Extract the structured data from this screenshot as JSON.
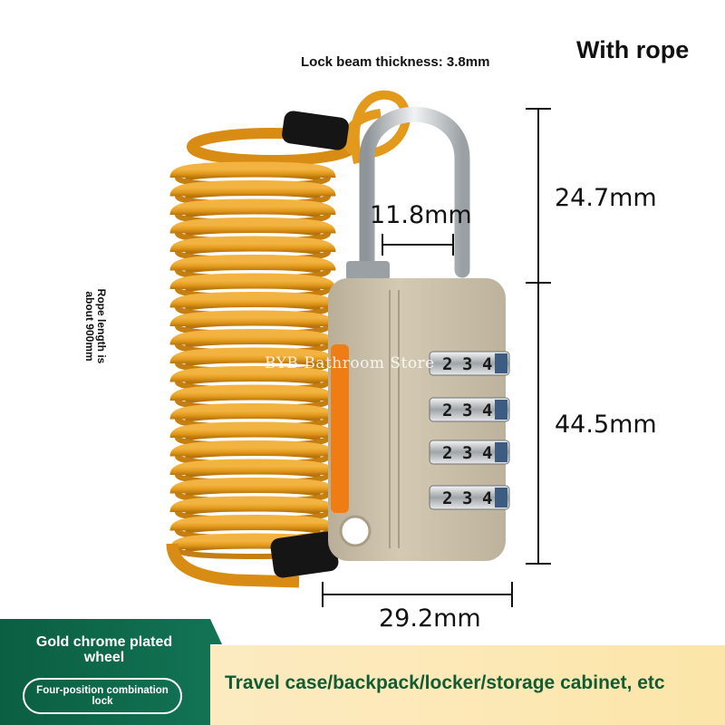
{
  "header": {
    "title": "With rope",
    "beam_note": "Lock beam thickness: 3.8mm"
  },
  "dimensions": {
    "shackle_width": "11.8mm",
    "shackle_height": "24.7mm",
    "body_height": "44.5mm",
    "body_width": "29.2mm"
  },
  "rope_note": "Rope length is about 900mm",
  "watermark": "BYB Bathroom Store",
  "lock": {
    "dial_digits": [
      "2",
      "3",
      "4"
    ]
  },
  "features": {
    "green_title": "Gold chrome plated wheel",
    "badge": "Four-position combination lock"
  },
  "footer": {
    "uses": "Travel case/backpack/locker/storage cabinet, etc"
  },
  "colors": {
    "rope": "#e39a1c",
    "lock_body": "#c9bfaa",
    "accent_orange": "#ef7d14",
    "panel_green": "#0e6a4a",
    "text_green": "#115c33"
  }
}
